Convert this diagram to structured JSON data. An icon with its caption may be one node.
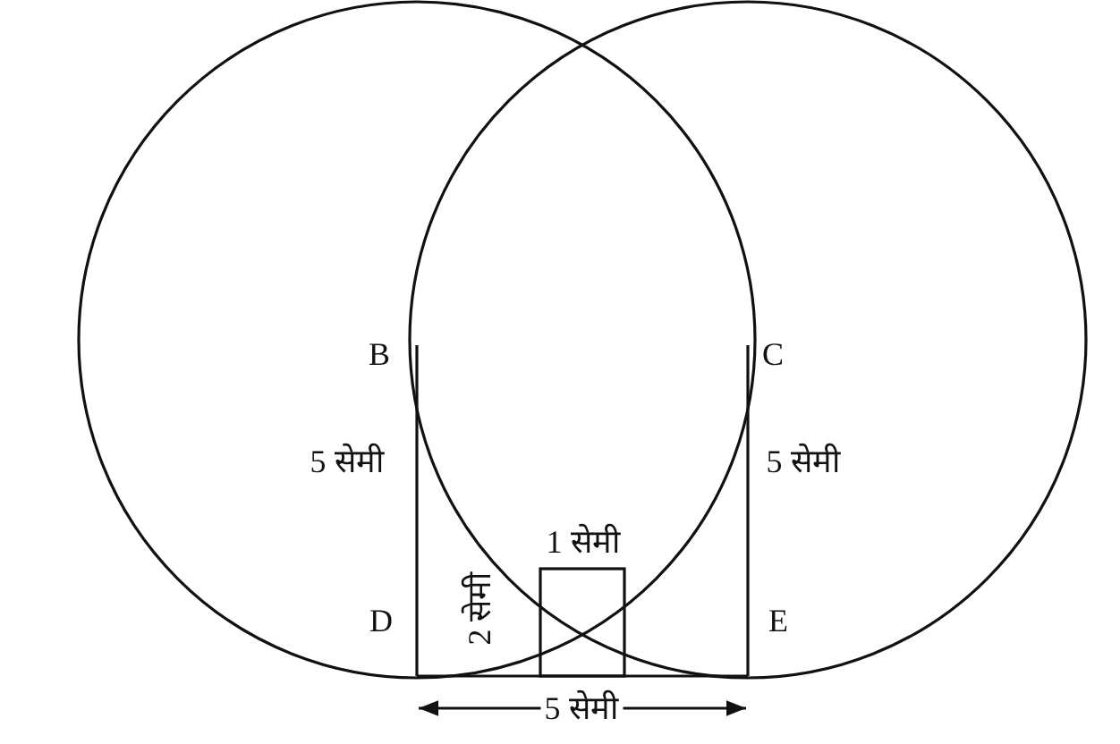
{
  "diagram": {
    "labels": [
      "B",
      "C",
      "5 सेमी",
      "5 सेमी",
      "1 सेमी",
      "D",
      "2 सेमी",
      "E",
      "5 सेमी"
    ]
  }
}
